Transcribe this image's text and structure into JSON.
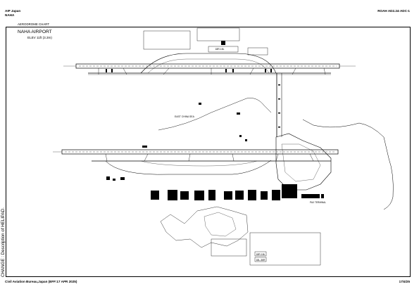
{
  "header": {
    "publisher": "AIP Japan",
    "aerodrome": "NAHA",
    "chart_code": "ROAH AD2.24-ADC-1",
    "chart_type": "AERODROME CHART"
  },
  "chart": {
    "name": "NAHA AIRPORT",
    "elevation": "ELEV 11ft (3.3m)",
    "runway_labels": [
      "18R-18L",
      "18L-36R"
    ],
    "area_labels": [
      "EAST CHINA SEA"
    ],
    "building_labels": [
      "PAX TERMINAL"
    ]
  },
  "sidebar": {
    "change_note": "CHANGE : Description of HELIPAD."
  },
  "footer": {
    "issuer": "Civil Aviation Bureau,Japan (EFF:17 APR 2025)",
    "page": "17/4/25"
  }
}
